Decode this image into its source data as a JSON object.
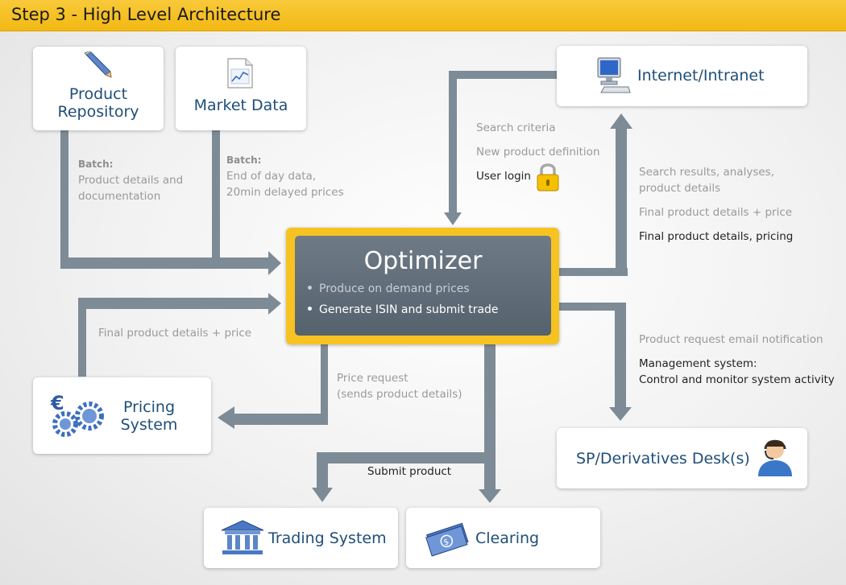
{
  "title": "Step 3 - High Level Architecture",
  "boxes": {
    "product_repository": "Product Repository",
    "market_data": "Market Data",
    "internet": "Internet/Intranet",
    "pricing": "Pricing System",
    "desk": "SP/Derivatives Desk(s)",
    "trading": "Trading System",
    "clearing": "Clearing"
  },
  "optimizer": {
    "title": "Optimizer",
    "bullet1": "Produce on demand prices",
    "bullet2": "Generate ISIN and submit trade"
  },
  "notes": {
    "repo_batch": "Batch:",
    "repo_line1": "Product details and",
    "repo_line2": "documentation",
    "market_batch": "Batch:",
    "market_line1": "End of day data,",
    "market_line2": "20min delayed prices",
    "search_criteria": "Search criteria",
    "new_product": "New product definition",
    "user_login": "User login",
    "search_results1": "Search results, analyses,",
    "search_results2": "product details",
    "final_price_right": "Final product details + price",
    "final_pricing": "Final product details, pricing",
    "final_price_left": "Final product details + price",
    "price_request1": "Price request",
    "price_request2": "(sends product details)",
    "email_notification": "Product request email notification",
    "mgmt1": "Management system:",
    "mgmt2": "Control and monitor system activity",
    "submit_product": "Submit product"
  },
  "colors": {
    "title_bar": "#f3b914",
    "arrow": "#7d8b96",
    "box_text": "#1f4e79",
    "optimizer_bg": "#5e6a75",
    "optimizer_frame": "#f7c322"
  }
}
